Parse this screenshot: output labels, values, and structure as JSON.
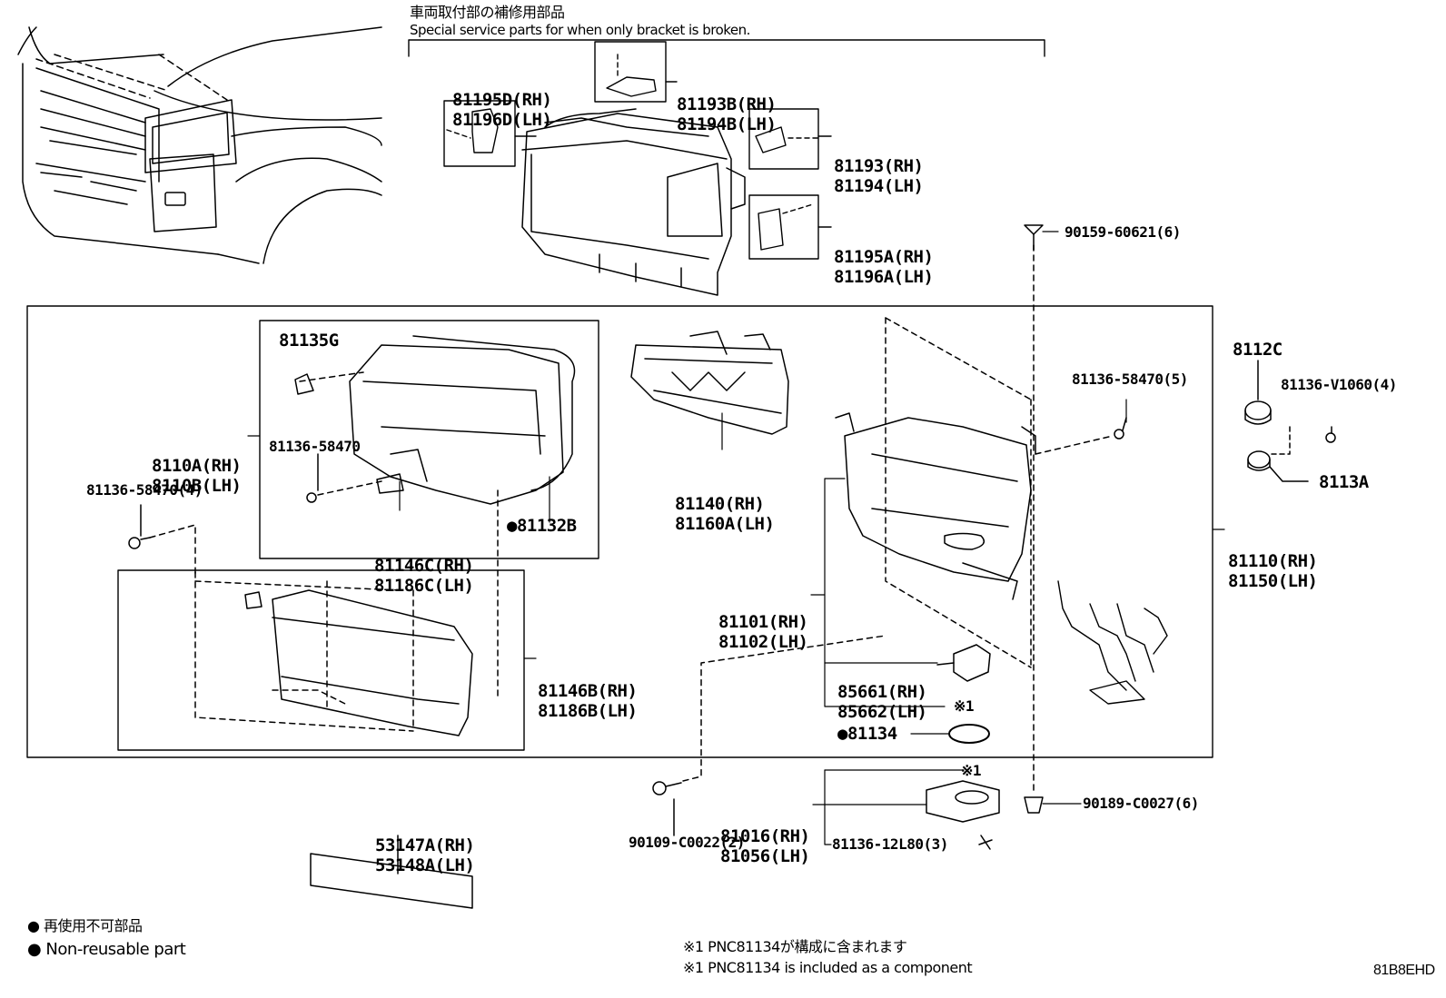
{
  "header": {
    "jp": "車両取付部の補修用部品",
    "en": "Special service parts for when only bracket is broken."
  },
  "parts": {
    "p81195D": [
      "81195D(RH)",
      "81196D(LH)"
    ],
    "p81193B": [
      "81193B(RH)",
      "81194B(LH)"
    ],
    "p81193": [
      "81193(RH)",
      "81194(LH)"
    ],
    "p81195A": [
      "81195A(RH)",
      "81196A(LH)"
    ],
    "p90159": "90159-60621(6)",
    "p81135G": "81135G",
    "p8110A": [
      "8110A(RH)",
      "8110B(LH)"
    ],
    "p81136_a": "81136-58470",
    "p81146C": [
      "81146C(RH)",
      "81186C(LH)"
    ],
    "p81132B": "●81132B",
    "p81136_4": "81136-58470(4)",
    "p81146B": [
      "81146B(RH)",
      "81186B(LH)"
    ],
    "p81140": [
      "81140(RH)",
      "81160A(LH)"
    ],
    "p81101": [
      "81101(RH)",
      "81102(LH)"
    ],
    "p85661": [
      "85661(RH)",
      "85662(LH)"
    ],
    "p_note1a": "※1",
    "p81134": "●81134",
    "p81136_5": "81136-58470(5)",
    "p8112C": "8112C",
    "p81136_V": "81136-V1060(4)",
    "p8113A": "8113A",
    "p81110": [
      "81110(RH)",
      "81150(LH)"
    ],
    "p_note1b": "※1",
    "p81016": [
      "81016(RH)",
      "81056(LH)"
    ],
    "p81136_12": "81136-12L80(3)",
    "p90109": "90109-C0022(2)",
    "p90189": "90189-C0027(6)",
    "p53147A": [
      "53147A(RH)",
      "53148A(LH)"
    ]
  },
  "legend": {
    "jp": "● 再使用不可部品",
    "en": "● Non-reusable part"
  },
  "footnote": {
    "jp": "※1 PNC81134が構成に含まれます",
    "en": "※1 PNC81134 is included as a component"
  },
  "drawing_code": "81B8EHD"
}
